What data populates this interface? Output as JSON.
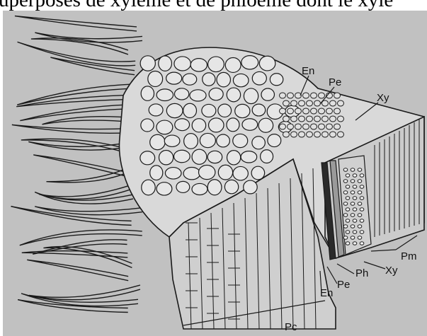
{
  "caption": {
    "text": "uperposés de xylème et de phloème dont le xylè"
  },
  "diagram": {
    "background": "#c1c1c1",
    "ink": "#1a1a1a",
    "labels": {
      "en_top": "En",
      "pe_top": "Pe",
      "xy_top": "Xy",
      "pm": "Pm",
      "xy_bottom": "Xy",
      "ph": "Ph",
      "pe_bottom": "Pe",
      "en_bottom": "En",
      "pc": "Pc"
    }
  }
}
